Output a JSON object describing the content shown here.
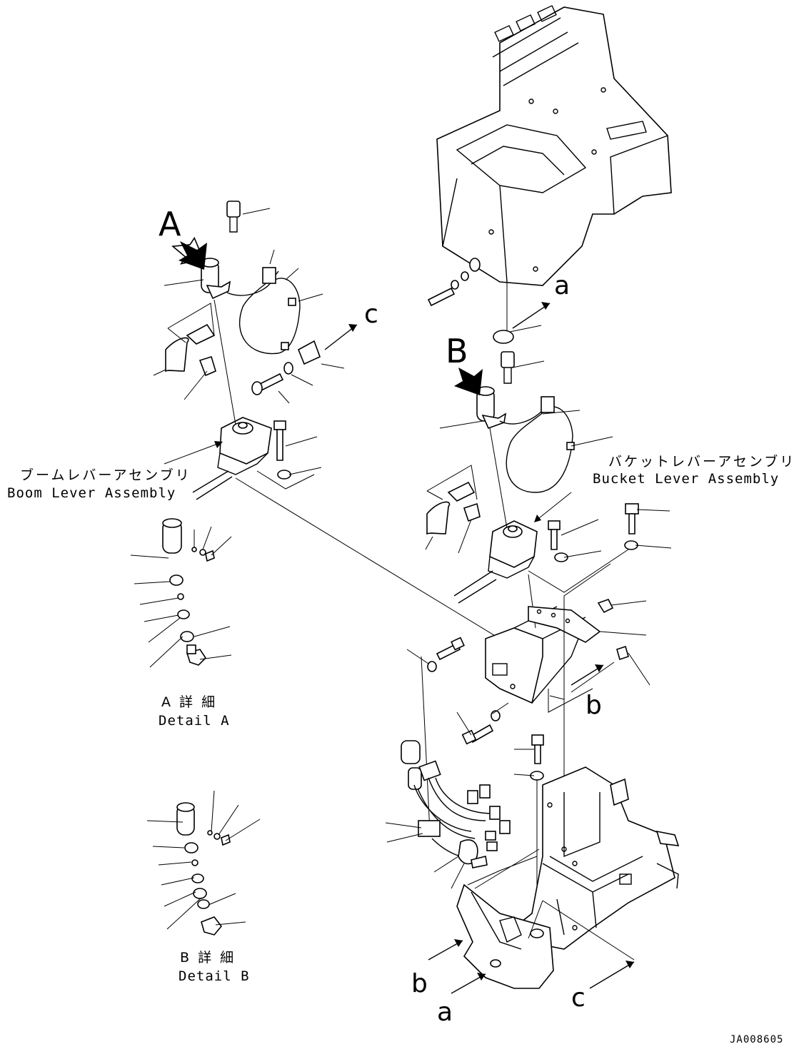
{
  "labels": {
    "view_A": "A",
    "view_B": "B",
    "ref_a_top": "a",
    "ref_c_top": "c",
    "ref_b_mid": "b",
    "ref_b_bottom": "b",
    "ref_a_bottom": "a",
    "ref_c_bottom": "c"
  },
  "assemblies": {
    "boom_jp": "ブームレバーアセンブリ",
    "boom_en": "Boom Lever Assembly",
    "bucket_jp": "バケットレバーアセンブリ",
    "bucket_en": "Bucket Lever Assembly"
  },
  "details": {
    "a_jp": "A 詳 細",
    "a_en": "Detail A",
    "b_jp": "B 詳 細",
    "b_en": "Detail B"
  },
  "drawing_code": "JA008605"
}
